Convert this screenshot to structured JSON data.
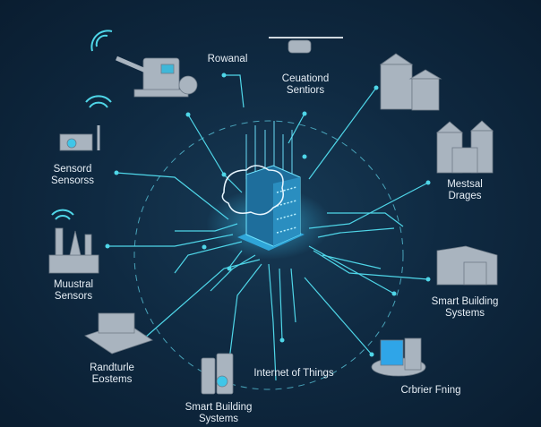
{
  "labels": {
    "rowanal": "Rowanal",
    "top_center": [
      "Ceuationd",
      "Sentiors"
    ],
    "left_top": [
      "Sensord",
      "Sensorss"
    ],
    "right_top": [
      "Mestsal",
      "Drages"
    ],
    "left_mid": [
      "Muustral",
      "Sensors"
    ],
    "right_mid": [
      "Smart Building",
      "Systems"
    ],
    "left_bottom": [
      "Randturle",
      "Eostems"
    ],
    "center_bottom": "Internet of Things",
    "right_bottom": "Crbrier Fning",
    "bottom": [
      "Smart Building",
      "Systems"
    ]
  },
  "colors": {
    "background": "#0f2a42",
    "accent": "#4fd6e8",
    "icon": "#a9b4bf"
  }
}
